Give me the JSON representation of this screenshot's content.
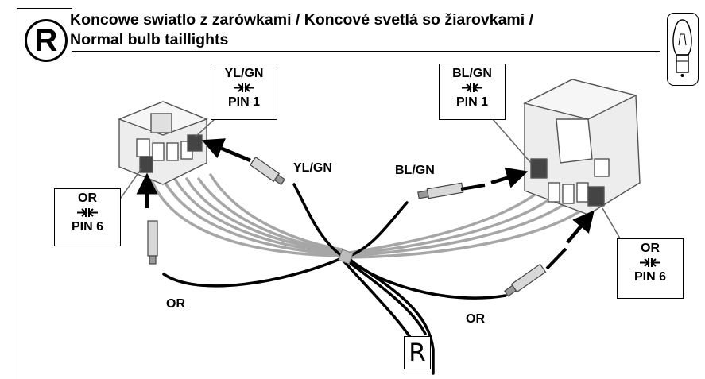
{
  "section": {
    "badge_letter": "R",
    "title_line1": "Koncowe swiatlo z zarówkami / Koncové svetlá so žiarovkami /",
    "title_line2": "Normal bulb taillights",
    "icon": "bulb-icon"
  },
  "callouts": {
    "left_top": {
      "color": "YL/GN",
      "pin": "PIN 1",
      "icon": "connect-arrows-icon"
    },
    "left_bottom": {
      "color": "OR",
      "pin": "PIN 6",
      "icon": "connect-arrows-icon"
    },
    "right_top": {
      "color": "BL/GN",
      "pin": "PIN 1",
      "icon": "connect-arrows-icon"
    },
    "right_bottom": {
      "color": "OR",
      "pin": "PIN 6",
      "icon": "connect-arrows-icon"
    }
  },
  "wires": {
    "left_upper": "YL/GN",
    "right_upper": "BL/GN",
    "left_lower": "OR",
    "right_lower": "OR"
  },
  "harness_tag": "R"
}
